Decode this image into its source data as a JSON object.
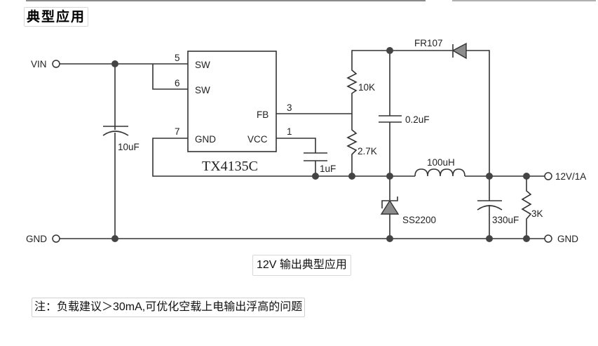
{
  "header": {
    "section_title": "典型应用"
  },
  "schematic": {
    "input_terminal": "VIN",
    "input_gnd_terminal": "GND",
    "output_terminal": "12V/1A",
    "output_gnd_terminal": "GND",
    "ic": {
      "part_number": "TX4135C",
      "pins": [
        {
          "number": "5",
          "name": "SW"
        },
        {
          "number": "6",
          "name": "SW"
        },
        {
          "number": "3",
          "name": "FB"
        },
        {
          "number": "7",
          "name": "GND"
        },
        {
          "number": "1",
          "name": "VCC"
        }
      ]
    },
    "components": {
      "c_in": "10uF",
      "c_vcc": "1uF",
      "r_top": "10K",
      "r_bottom": "2.7K",
      "c_boot": "0.2uF",
      "diode": "FR107",
      "inductor": "100uH",
      "schottky": "SS2200",
      "c_out": "330uF",
      "r_load": "3K"
    },
    "colors": {
      "wire": "#333333",
      "node": "#444444",
      "diode_fill": "#8c8c8c"
    }
  },
  "caption": "12V 输出典型应用",
  "note": "注：负载建议＞30mA,可优化空载上电输出浮高的问题"
}
